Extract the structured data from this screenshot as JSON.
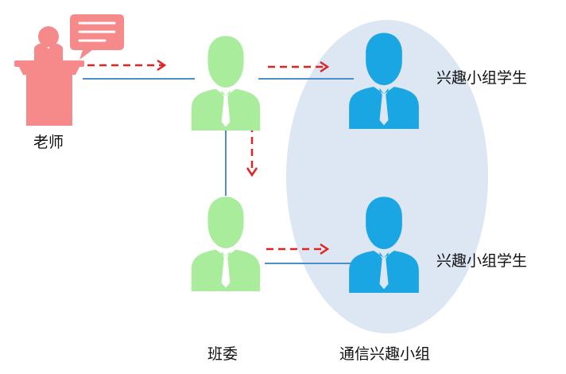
{
  "colors": {
    "teacher": "#f68a8a",
    "monitor": "#a8ec9c",
    "student": "#1aa6e3",
    "group_zone": "#dde6f3",
    "connector": "#4d8fc8",
    "arrow": "#e02424",
    "bubble_lines": "#ffffff"
  },
  "icons": {
    "teacher": "teacher-at-podium-icon",
    "speech": "speech-bubble-icon",
    "person": "person-in-suit-icon"
  },
  "labels": {
    "teacher": "老师",
    "monitor": "班委",
    "student_top": "兴趣小组学生",
    "student_bottom": "兴趣小组学生",
    "group": "通信兴趣小组"
  }
}
